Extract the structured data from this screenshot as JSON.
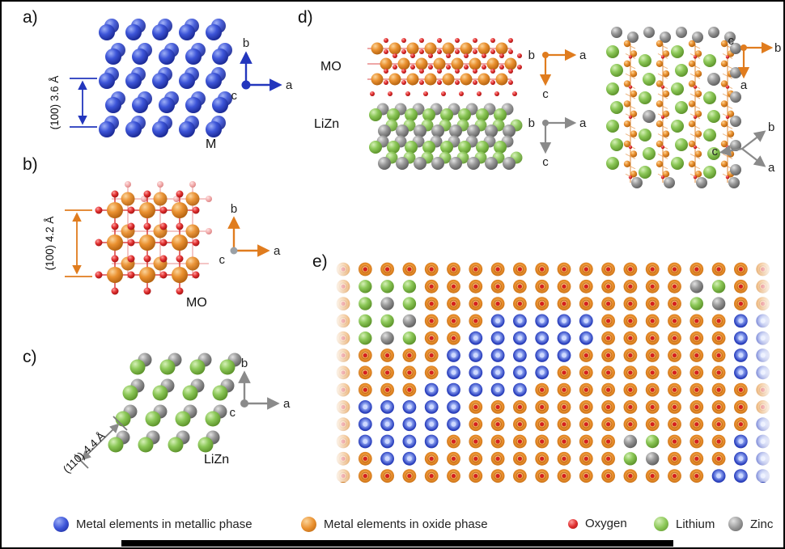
{
  "colors": {
    "metallic_blue": "#2336bd",
    "oxide_orange": "#e07c1e",
    "oxygen_red": "#d42020",
    "lithium_green": "#7cc24a",
    "zinc_gray": "#808080",
    "axes_gray": "#8a8a8a"
  },
  "axis_labels": {
    "a": "a",
    "b": "b",
    "c": "c"
  },
  "panels": {
    "a": {
      "label": "a)",
      "phase": "M",
      "plane_annotation": "(100) 3.6 Å"
    },
    "b": {
      "label": "b)",
      "phase": "MO",
      "plane_annotation": "(100) 4.2 Å"
    },
    "c": {
      "label": "c)",
      "phase": "LiZn",
      "plane_annotation": "(110) 4.4 Å"
    },
    "d": {
      "label": "d)",
      "top_phase": "MO",
      "bottom_phase": "LiZn"
    },
    "e": {
      "label": "e)",
      "atom_grid": [
        "oooooooooooooooooooo",
        "ogggoooooooooooozgoo",
        "ogzgoooooooooooogzoo",
        "oggzooobbbbboooooobb",
        "ogzgoobbbbbboooooobb",
        "ooooobbbbbbooooooobb",
        "ooooobbbbboooooooobb",
        "oooobbbbbooooooooooo",
        "obbbbboooooooooooooo",
        "obbbbbooooooooooooob",
        "obbbboooooooozgooobb",
        "oobbooooooooogzooobb",
        "ooooooooooooooooobbb"
      ]
    }
  },
  "legend": {
    "items": [
      {
        "key": "metallic",
        "label": "Metal elements in metallic phase"
      },
      {
        "key": "oxide",
        "label": "Metal elements in oxide phase"
      },
      {
        "key": "oxygen",
        "label": "Oxygen"
      },
      {
        "key": "lithium",
        "label": "Lithium"
      },
      {
        "key": "zinc",
        "label": "Zinc"
      }
    ]
  }
}
